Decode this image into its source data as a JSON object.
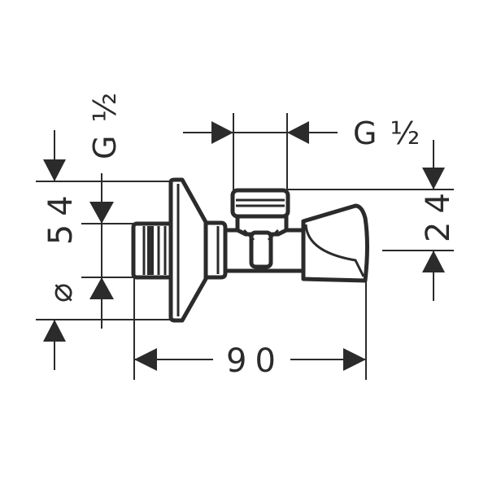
{
  "drawing": {
    "subject": "angle valve",
    "colors": {
      "line": "#2b2b2b",
      "background": "#ffffff"
    },
    "dimensions": {
      "left_thread": {
        "label": "G",
        "fraction": "½"
      },
      "left_diameter": {
        "symbol": "⌀",
        "value": "54"
      },
      "top_thread": {
        "label": "G",
        "fraction": "½"
      },
      "right_offset": {
        "value": "24"
      },
      "overall_length": {
        "value": "90"
      }
    }
  }
}
